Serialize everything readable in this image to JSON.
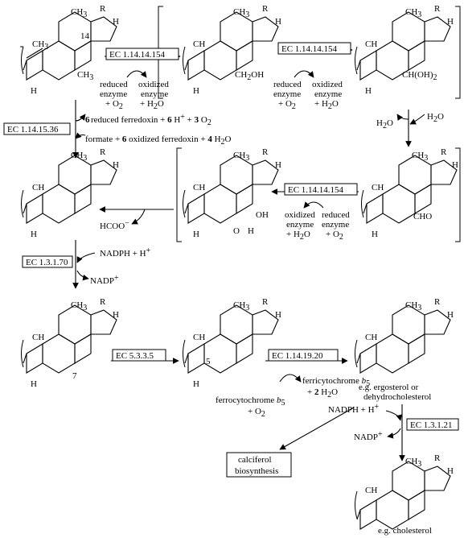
{
  "ec": {
    "e1": "EC 1.14.14.154",
    "e2": "EC 1.14.14.154",
    "e3": "EC 1.14.14.154",
    "e4": "EC 1.14.15.36",
    "e5": "EC 1.3.1.70",
    "e6": "EC 5.3.3.5",
    "e7": "EC 1.14.19.20",
    "e8": "EC 1.3.1.21"
  },
  "atoms": {
    "R": "R",
    "H": "H",
    "CH3": "CH",
    "sub3": "3",
    "CH2OH": "CH",
    "sub2": "2",
    "OH_tail": "OH",
    "CHOH2": "CH(OH)",
    "CHO": "CHO",
    "OH": "OH",
    "O": "O",
    "pos14": "14",
    "pos7": "7",
    "pos5": "5"
  },
  "labels": {
    "reduced_enzyme": "reduced",
    "enzyme": "enzyme",
    "oxidized_enzyme": "oxidized",
    "plus_o2": "+ O",
    "plus_h2o": "+ H",
    "o_suffix": "O",
    "h2o": "H",
    "ferredoxin_line1_a": "6",
    "ferredoxin_line1_b": " reduced ferredoxin + ",
    "ferredoxin_line1_c": "6",
    "ferredoxin_line1_d": " H",
    "ferredoxin_line1_e": " + ",
    "ferredoxin_line1_f": "3",
    "ferredoxin_line1_g": " O",
    "ferredoxin_line2_a": "formate + ",
    "ferredoxin_line2_b": "6",
    "ferredoxin_line2_c": " oxidized ferredoxin + ",
    "ferredoxin_line2_d": "4",
    "ferredoxin_line2_e": " H",
    "hcoo": "HCOO",
    "nadph": "NADPH + H",
    "nadp": "NADP",
    "plus_sup": "+",
    "minus_sup": "−",
    "ferricytochrome": "ferricytochrome ",
    "ferrocytochrome": "ferrocytochrome ",
    "b5": "b",
    "b5_sub": "5",
    "two_h2o_a": "+ ",
    "two_h2o_b": "2",
    "two_h2o_c": " H",
    "ergosterol_1": "e.g. ergosterol  or",
    "ergosterol_2": "dehydrocholesterol",
    "calciferol_1": "calciferol",
    "calciferol_2": "biosynthesis",
    "cholesterol": "e.g. cholesterol"
  }
}
